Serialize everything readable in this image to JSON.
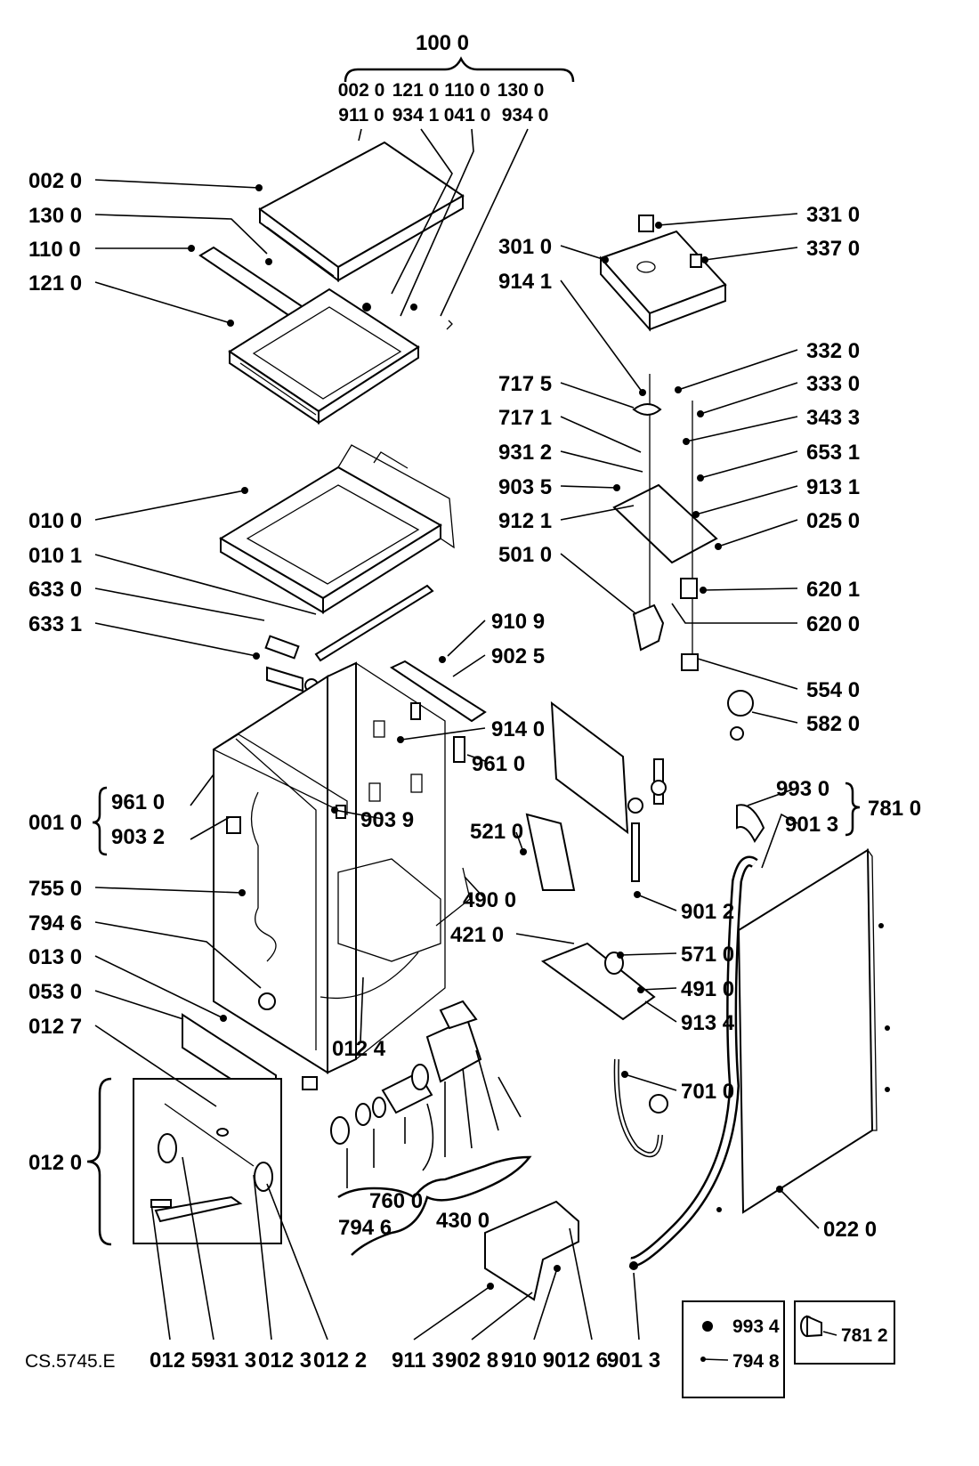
{
  "document_code": "CS.5745.E",
  "top_group": {
    "header": "100 0",
    "row1": [
      "002 0",
      "121 0",
      "110 0",
      "130 0"
    ],
    "row2": [
      "911 0",
      "934 1",
      "041 0",
      "934 0"
    ]
  },
  "callouts_left": [
    "002 0",
    "130 0",
    "110 0",
    "121 0",
    "010 0",
    "010 1",
    "633 0",
    "633 1",
    "001 0",
    "755 0",
    "794 6",
    "013 0",
    "053 0",
    "012 7",
    "012 0"
  ],
  "bracket_001": [
    "961 0",
    "903 2"
  ],
  "callouts_center": [
    "910 9",
    "902 5",
    "914 0",
    "961 0",
    "903 9",
    "521 0",
    "490 0",
    "421 0",
    "012 4",
    "760 0",
    "794 6",
    "430 0"
  ],
  "callouts_right_upper": [
    "331 0",
    "337 0",
    "301 0",
    "914 1",
    "332 0",
    "717 5",
    "333 0",
    "717 1",
    "343 3",
    "931 2",
    "653 1",
    "903 5",
    "913 1",
    "912 1",
    "025 0",
    "501 0",
    "620 1",
    "620 0"
  ],
  "callouts_right_lower": [
    "554 0",
    "582 0",
    "993 0",
    "901 3",
    "781 0",
    "901 2",
    "571 0",
    "491 0",
    "913 4",
    "701 0",
    "022 0"
  ],
  "bottom_row": [
    "012 5",
    "931 3",
    "012 3",
    "012 2",
    "911 3",
    "902 8",
    "910 9",
    "012 6",
    "901 3"
  ],
  "legend": [
    {
      "code": "993 4",
      "icon": "ball-icon"
    },
    {
      "code": "794 8",
      "icon": "pin-icon"
    },
    {
      "code": "781 2",
      "icon": "cap-icon"
    }
  ]
}
